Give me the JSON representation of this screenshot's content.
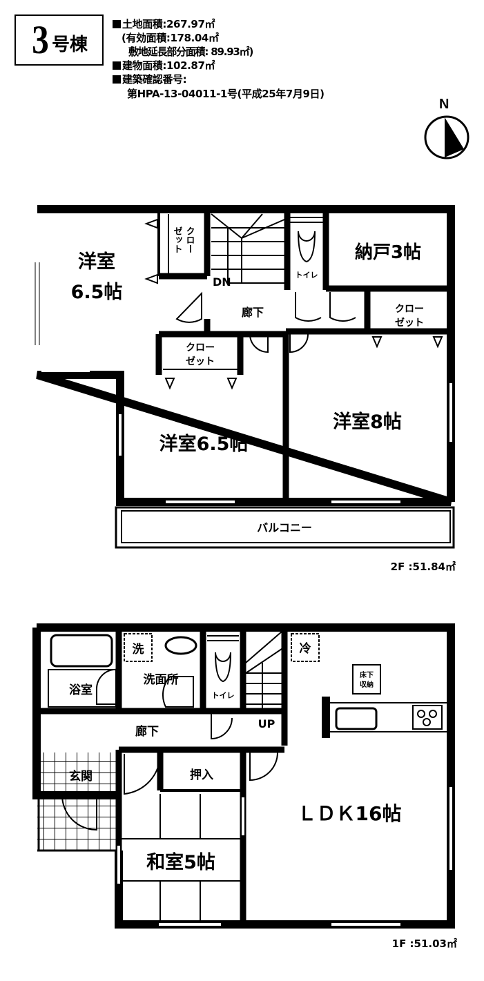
{
  "header": {
    "building_number": "3",
    "building_suffix": "号棟",
    "specs": {
      "land_area": "土地面積:267.97㎡",
      "effective_area": "(有効面積:178.04㎡",
      "extension_area": "敷地延長部分面積:  89.93㎡)",
      "building_area": "建物面積:102.87㎡",
      "permit_label": "建築確認番号:",
      "permit_number": "第HPA-13-04011-1号(平成25年7月9日)"
    }
  },
  "compass": {
    "label": "N",
    "icon": "north-arrow-icon"
  },
  "floor2": {
    "area_label": "2F :51.84㎡",
    "rooms": {
      "western_room_a_line1": "洋室",
      "western_room_a_line2": "6.5帖",
      "closet_a_line1": "クロー",
      "closet_a_line2": "ゼット",
      "stairs_label": "DN",
      "toilet": "トイレ",
      "storage": "納戸3帖",
      "hallway": "廊下",
      "closet_b_line1": "クロー",
      "closet_b_line2": "ゼット",
      "closet_c_line1": "クロー",
      "closet_c_line2": "ゼット",
      "western_room_b": "洋室6.5帖",
      "western_room_c": "洋室8帖",
      "balcony": "バルコニー"
    }
  },
  "floor1": {
    "area_label": "1F :51.03㎡",
    "rooms": {
      "bathroom": "浴室",
      "washer_symbol": "洗",
      "washroom": "洗面所",
      "toilet": "トイレ",
      "stairs_label": "UP",
      "fridge_symbol": "冷",
      "underfloor_storage_line1": "床下",
      "underfloor_storage_line2": "収納",
      "hallway": "廊下",
      "entrance": "玄関",
      "oshiire": "押入",
      "japanese_room": "和室5帖",
      "ldk": "ＬＤＫ16帖"
    }
  }
}
